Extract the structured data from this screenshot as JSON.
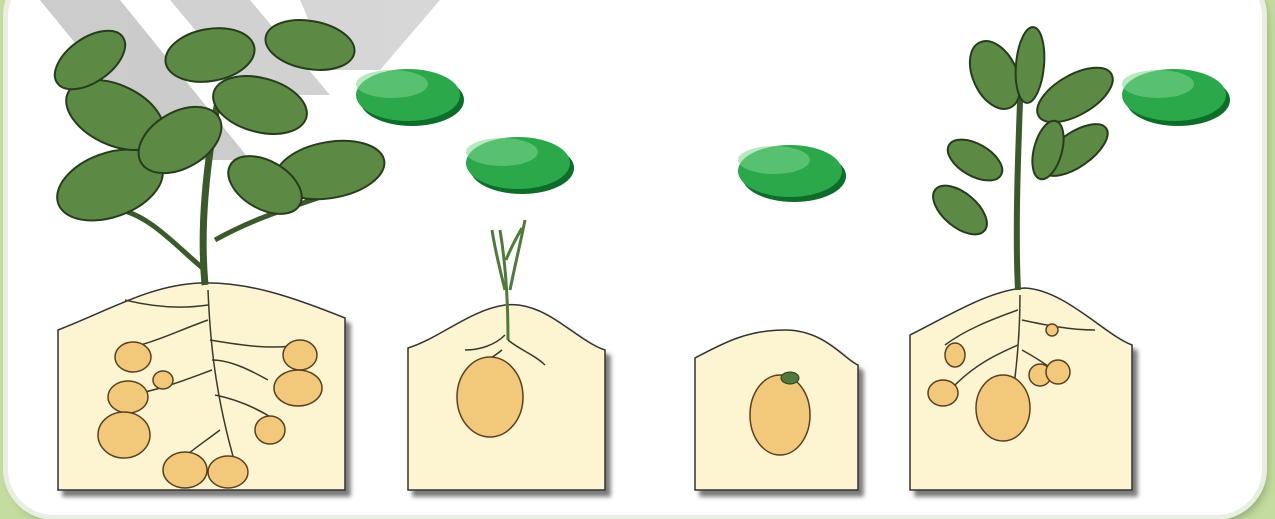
{
  "colors": {
    "page_background": "#c5dca0",
    "panel": "#ffffff",
    "soil": "#fdf5d2",
    "soil_shadow": "#7b7b7b",
    "tuber": "#f2c87a",
    "leaf": "#4f7a3c",
    "leaf_dark": "#2f4a22",
    "root": "#3a3a2a",
    "label_oval": "#2aa84a",
    "label_oval_shadow": "#0d6e2a",
    "label_oval_highlight": "#7ed58f",
    "light_beam": "#b9b9b9"
  },
  "diagram": {
    "stage_count": 4,
    "stages": [
      {
        "name": "mature-plant",
        "label_text": ""
      },
      {
        "name": "sprouting-tuber",
        "label_text": ""
      },
      {
        "name": "seed-tuber",
        "label_text": ""
      },
      {
        "name": "young-plant",
        "label_text": ""
      }
    ]
  }
}
